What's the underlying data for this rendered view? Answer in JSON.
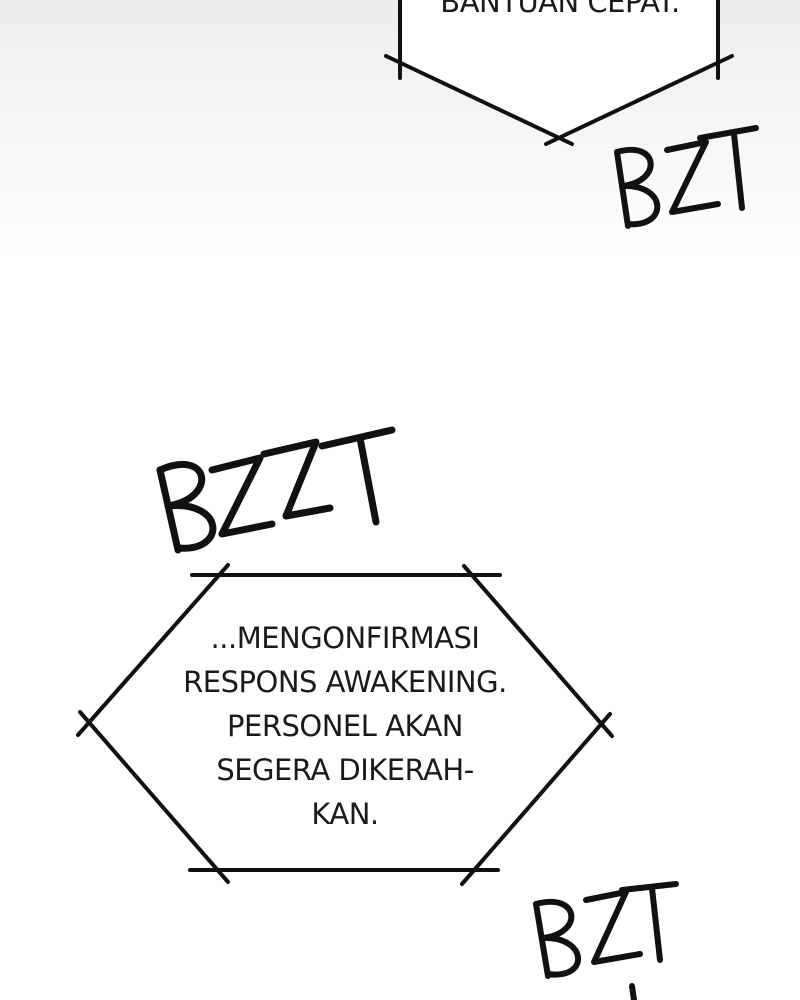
{
  "top_bubble": {
    "text": "BANTUAN CEPAT."
  },
  "main_bubble": {
    "lines": [
      "...MENGONFIRMASI",
      "RESPONS AWAKENING.",
      "PERSONEL AKAN",
      "SEGERA DIKERAH-",
      "KAN."
    ]
  },
  "sound_effects": [
    {
      "text": "BZT"
    },
    {
      "text": "BZZT"
    },
    {
      "text": "BZT"
    }
  ],
  "colors": {
    "ink": "#111111",
    "background_top": "#ededed",
    "background": "#ffffff"
  }
}
